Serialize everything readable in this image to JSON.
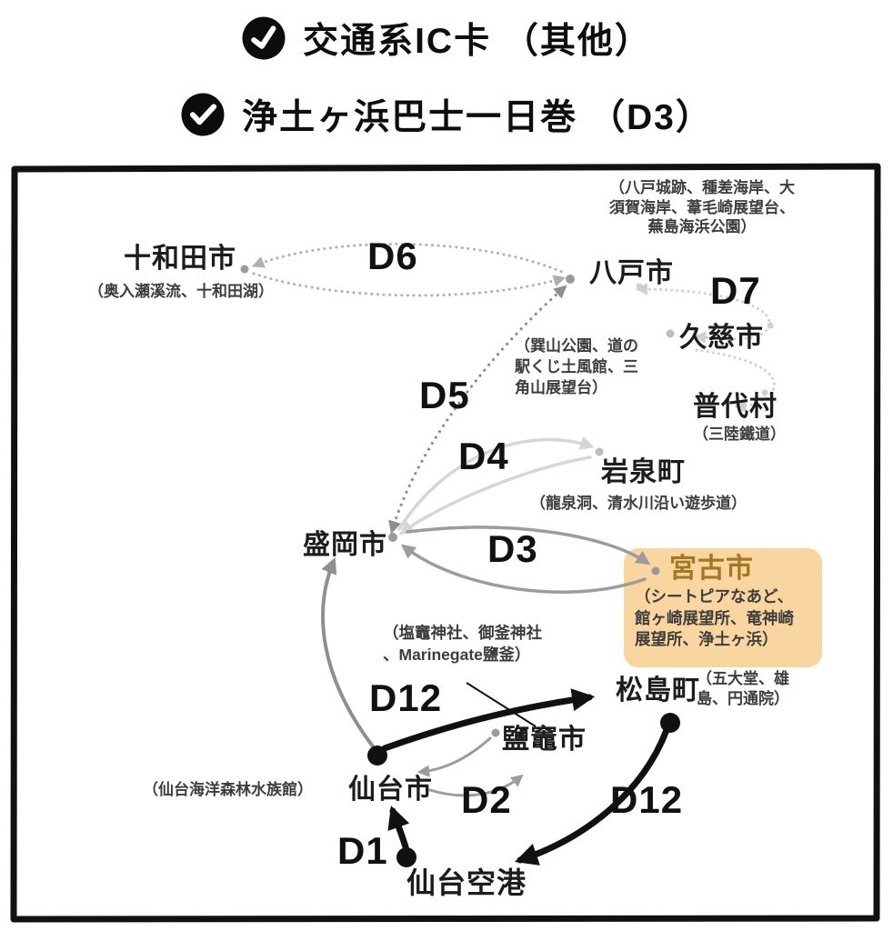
{
  "header": {
    "items": [
      "交通系IC卡 （其他）",
      "浄土ヶ浜巴士一日巻 （D3）"
    ]
  },
  "colors": {
    "ink": "#111111",
    "city_text": "#1c1c1c",
    "note_text": "#3d3d3d",
    "miyako_text": "#a57721",
    "highlight": "#f9d6a0",
    "route_gray": "#8f8f8f",
    "route_midgray": "#9c9c9c",
    "route_lightgray": "#d6d6d6",
    "route_dotted": "#b0b0b0",
    "route_faint": "#cfcfcf",
    "node_dot_gray": "#9a9a9a",
    "node_dot_light": "#bdbdbd"
  },
  "diagram": {
    "cities": {
      "towada": {
        "label": "十和田市",
        "note": "（奥入瀬溪流、十和田湖）"
      },
      "hachinohe": {
        "label": "八戸市",
        "note": [
          "（八戸城跡、種差海岸、大",
          "須賀海岸、葦毛崎展望台、",
          "蕪島海浜公園）"
        ]
      },
      "kuji": {
        "label": "久慈市",
        "note": [
          "（巽山公園、道の",
          "駅くじ土風館、三",
          "角山展望台）"
        ]
      },
      "fudai": {
        "label": "普代村",
        "note": "（三陸鐵道）"
      },
      "iwaizumi": {
        "label": "岩泉町",
        "note": "（龍泉洞、清水川沿い遊歩道）"
      },
      "morioka": {
        "label": "盛岡市"
      },
      "miyako": {
        "label": "宮古市",
        "note": [
          "（シートピアなあど、",
          "館ヶ崎展望所、竜神崎",
          "展望所、浄土ヶ浜）"
        ]
      },
      "shiogama": {
        "label": "鹽竈市",
        "note": [
          "（塩竈神社、御釜神社",
          "、Marinegate鹽釜）"
        ]
      },
      "matsushima": {
        "label": "松島町",
        "note": [
          "（五大堂、雄",
          "島、円通院）"
        ]
      },
      "sendai": {
        "label": "仙台市",
        "note": "（仙台海洋森林水族館）"
      },
      "sendai_airport": {
        "label": "仙台空港"
      }
    },
    "routes": {
      "d1": "D1",
      "d2": "D2",
      "d3": "D3",
      "d4": "D4",
      "d5": "D5",
      "d6": "D6",
      "d7": "D7",
      "d12_top": "D12",
      "d12_bottom": "D12"
    }
  }
}
